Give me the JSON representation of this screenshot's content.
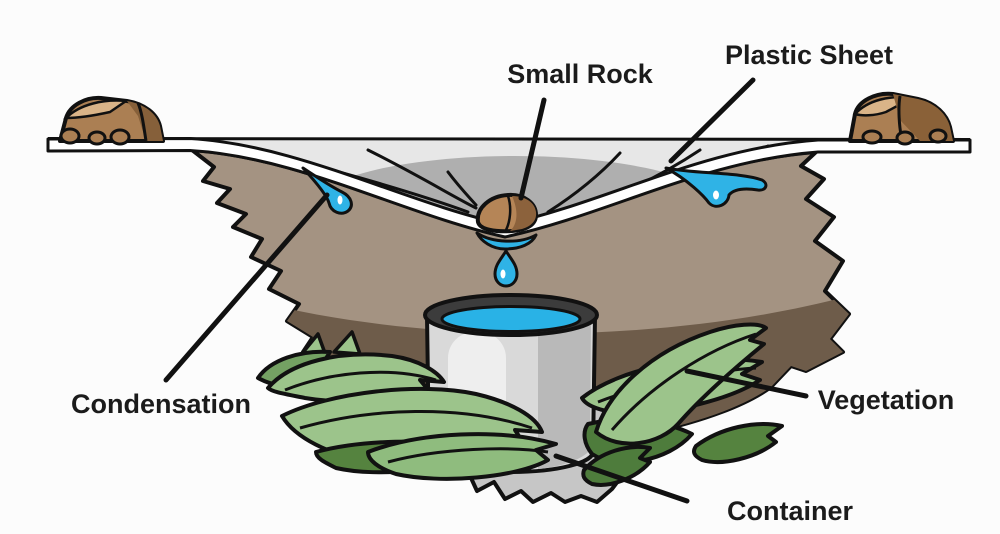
{
  "diagram": {
    "type": "solar-still-cross-section",
    "labels": {
      "small_rock": "Small Rock",
      "plastic_sheet": "Plastic Sheet",
      "condensation": "Condensation",
      "vegetation": "Vegetation",
      "container": "Container"
    },
    "colors": {
      "background": "#fcfcfc",
      "outline": "#111111",
      "label_text": "#1b1b1b",
      "soil_upper": "#a49382",
      "soil_lower": "#6e5c4a",
      "sheet_band": "#ffffff",
      "sheet_funnel_light": "#e7e7e7",
      "sheet_funnel_shadow": "#afafaf",
      "water_blue": "#29b2e6",
      "rock_brown": "#ab7f53",
      "rock_brown_light": "#dab488",
      "rock_brown_dark": "#86603a",
      "leaf_light": "#9cc48b",
      "leaf_mid": "#74a163",
      "leaf_dark": "#4e7c3c",
      "container_body": "#d9d9d9",
      "container_shade": "#b9b9b9",
      "container_rim": "#3c3c3c",
      "pit_floor": "#c6c6c6"
    }
  }
}
